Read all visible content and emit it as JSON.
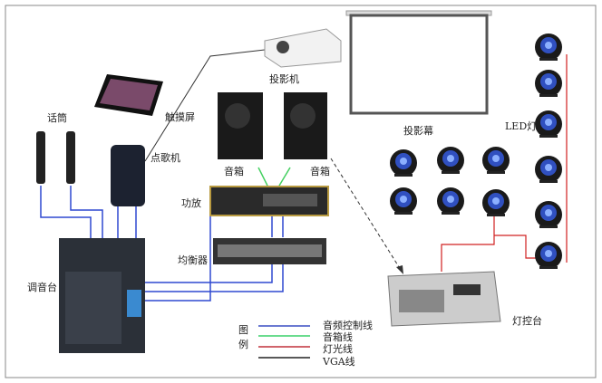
{
  "labels": {
    "projector": "投影机",
    "touchscreen": "触摸屏",
    "microphone": "话筒",
    "ktv_player": "点歌机",
    "speaker_left": "音箱",
    "speaker_right": "音箱",
    "amplifier": "功放",
    "equalizer": "均衡器",
    "mixer": "调音台",
    "projection_screen": "投影幕",
    "led_light": "LED灯",
    "light_console": "灯控台"
  },
  "legend": {
    "title_1": "图",
    "title_2": "例",
    "items": [
      {
        "label": "音频控制线",
        "color": "#3a4fc4"
      },
      {
        "label": "音箱线",
        "color": "#3ad06a"
      },
      {
        "label": "灯光线",
        "color": "#c0303a"
      },
      {
        "label": "VGA线",
        "color": "#222222"
      }
    ]
  },
  "colors": {
    "audio": "#2f49d0",
    "speaker": "#44d060",
    "light": "#d02020",
    "vga": "#333333"
  }
}
